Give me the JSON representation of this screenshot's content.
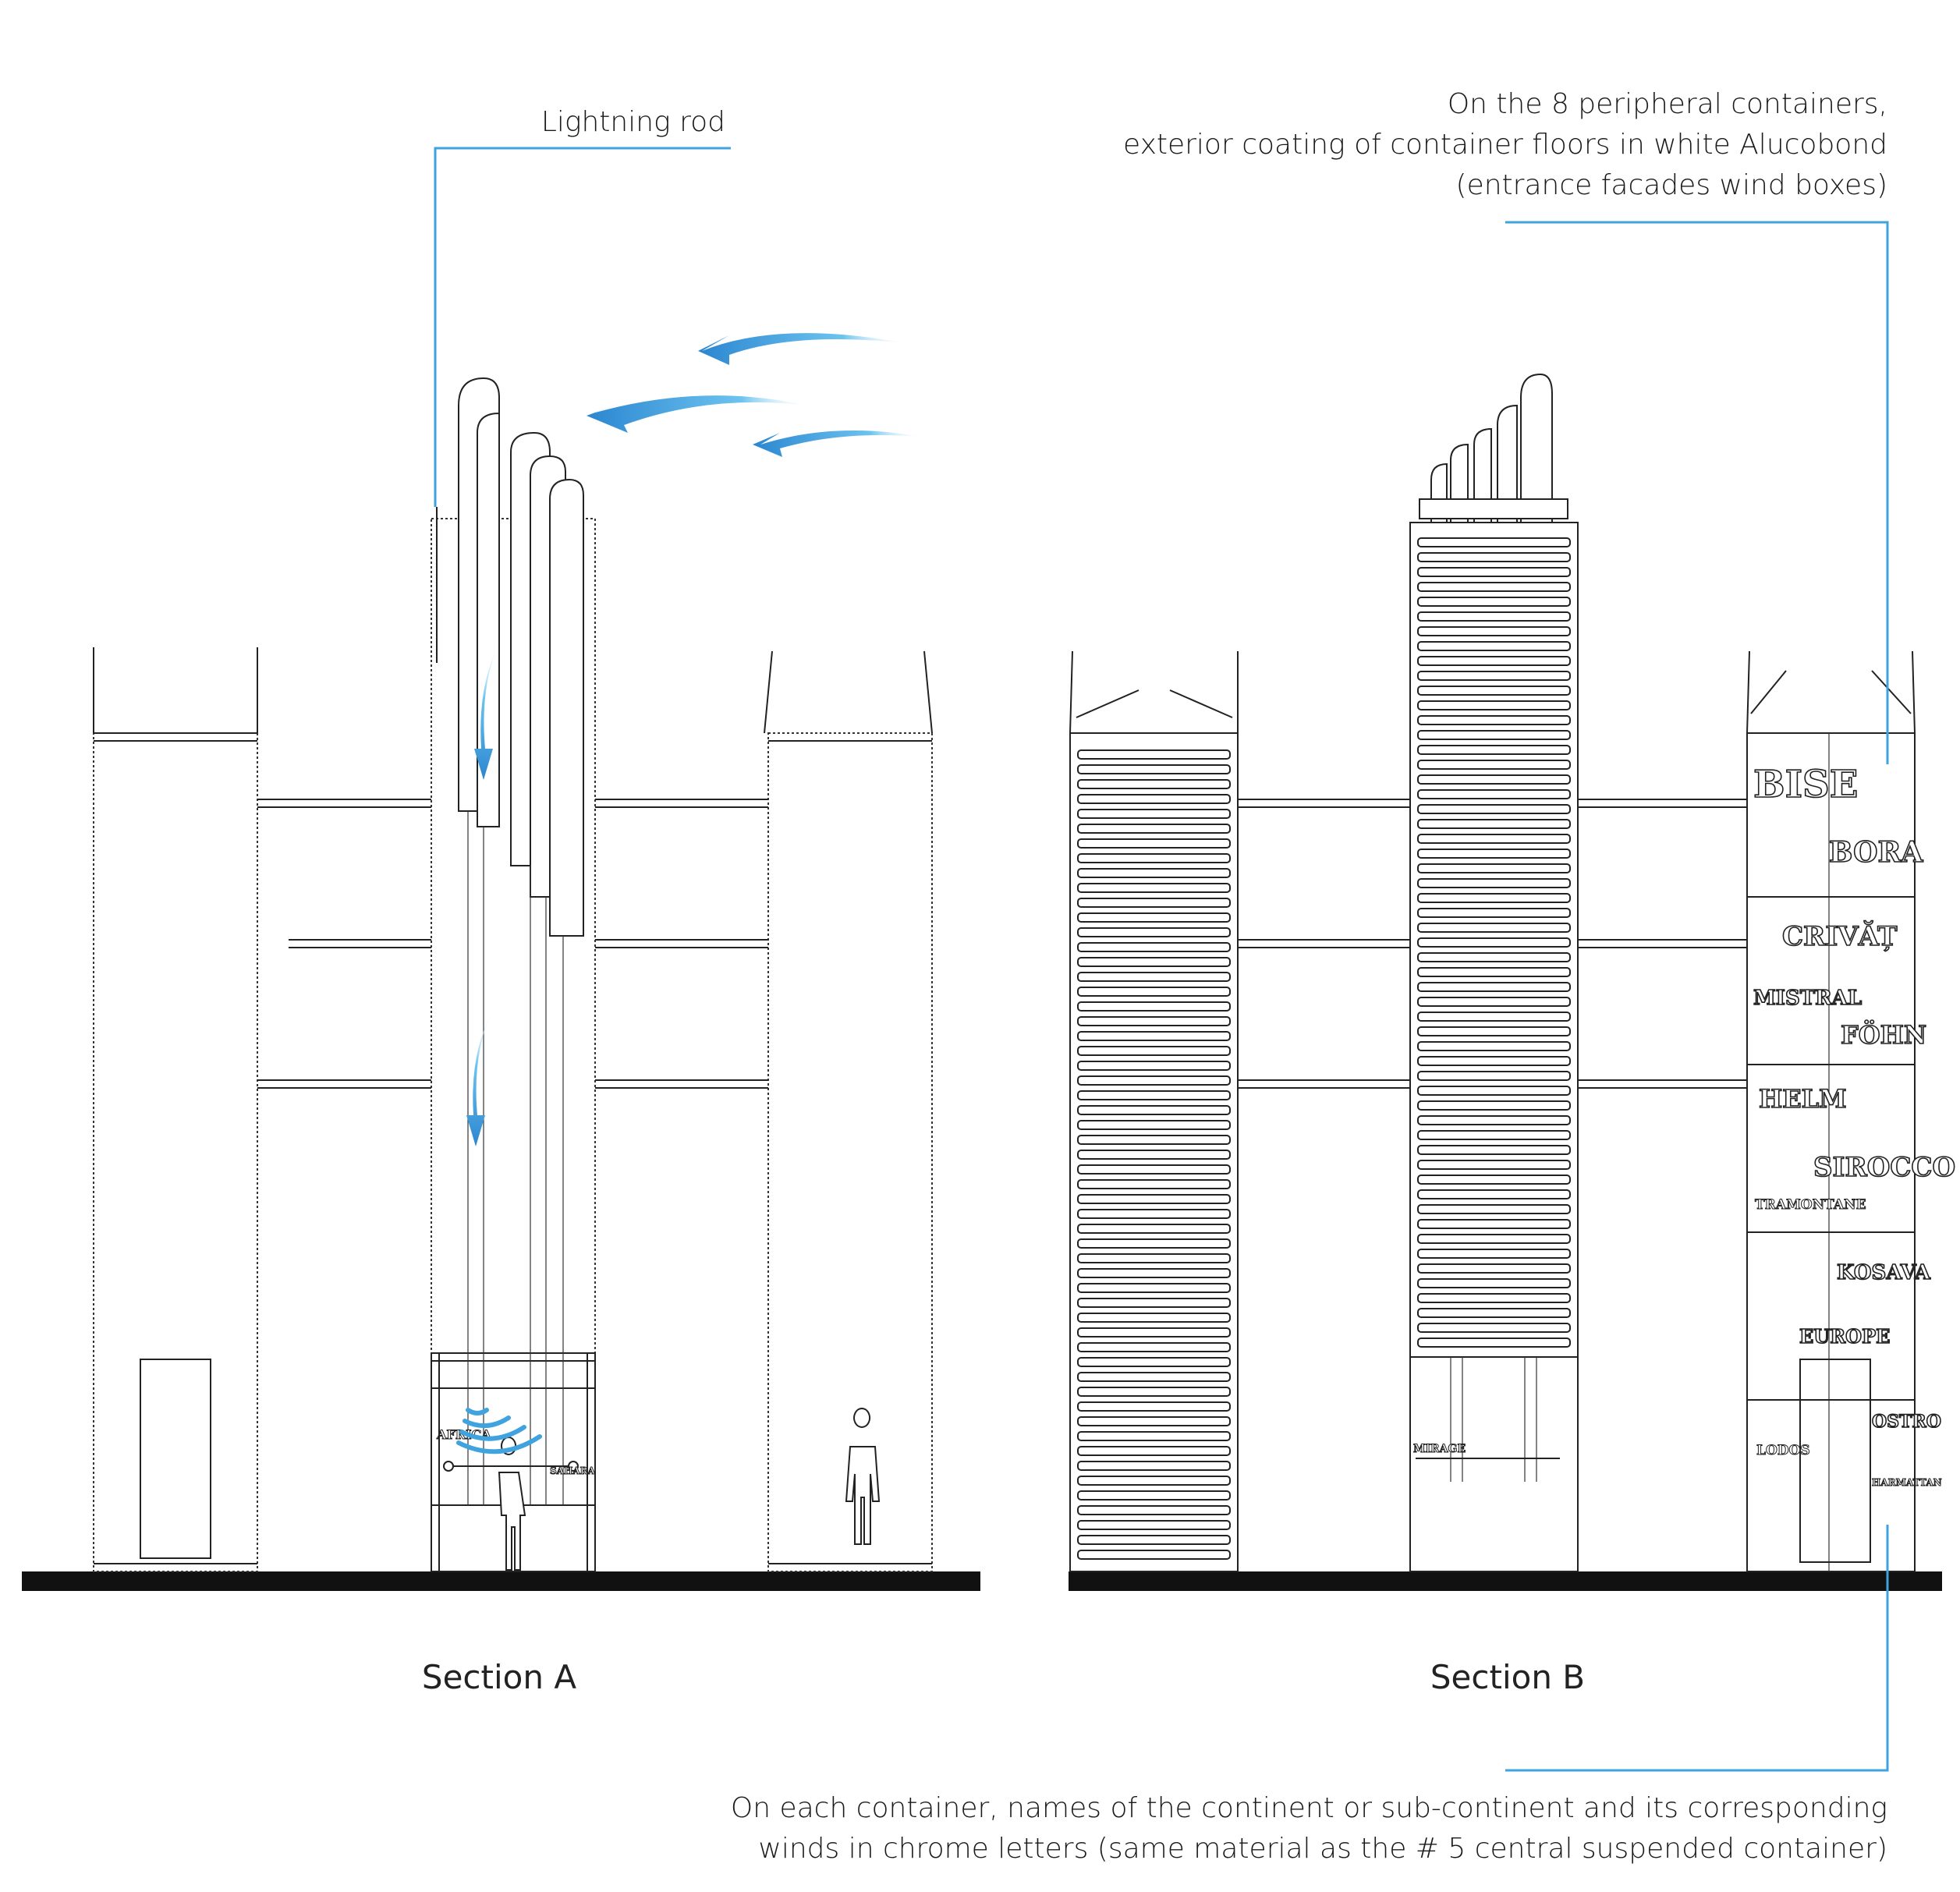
{
  "annotations": {
    "lightning_rod": "Lightning rod",
    "peripheral_coating": [
      "On the 8 peripheral containers,",
      "exterior coating of container floors in white Alucobond",
      "(entrance facades wind boxes)"
    ],
    "chrome_letters": [
      "On each container, names of the continent or sub-continent and its corresponding",
      "winds in chrome letters (same material as the # 5 central suspended container)"
    ]
  },
  "sections": {
    "a_label": "Section A",
    "b_label": "Section B"
  },
  "wind_names": {
    "bise": "BISE",
    "bora": "BORA",
    "crivat": "CRIVĂȚ",
    "mistral": "MISTRAL",
    "fohn": "FÖHN",
    "helm": "HELM",
    "sirocco": "SIROCCO",
    "tramontane": "TRAMONTANE",
    "kosava": "KOSAVA",
    "europe": "EUROPE",
    "ostro": "OSTRO",
    "lodos": "LODOS",
    "harmattan": "HARMATTAN"
  },
  "small_labels": {
    "africa": "AFRICA",
    "sahara": "SAHARA",
    "mirage": "MIRAGE"
  },
  "colors": {
    "leader": "#3fa3df",
    "wind_arrow": "#3fa3df",
    "ground": "#111111"
  },
  "icons": {
    "wind_arrow": "wind-arrow-icon",
    "wifi": "wind-wave-icon",
    "person": "person-silhouette-icon"
  }
}
